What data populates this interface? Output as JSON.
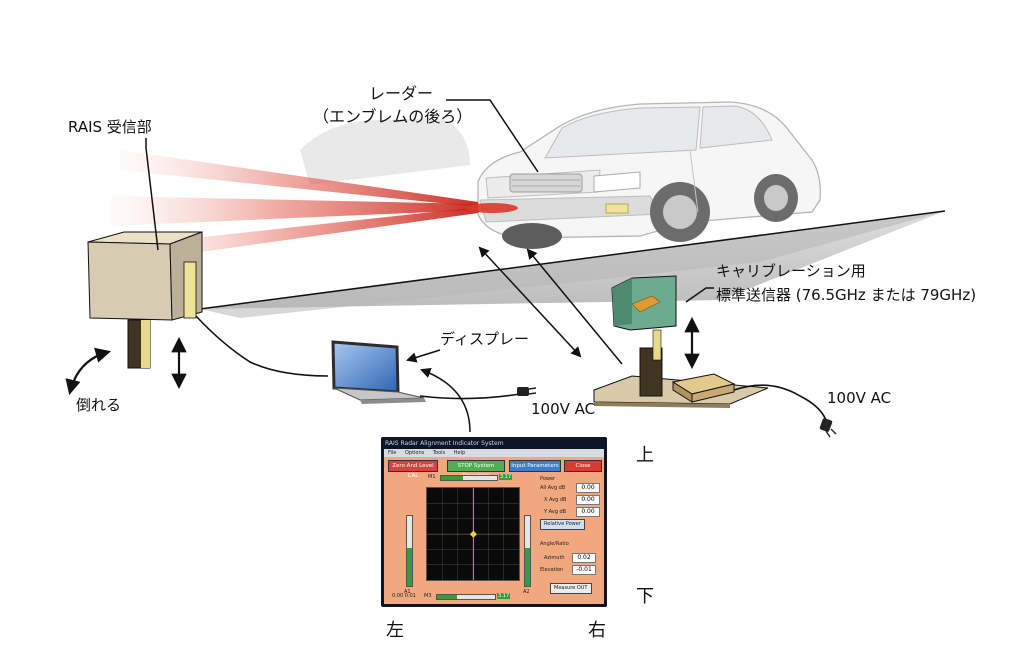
{
  "labels": {
    "radar": "レーダー",
    "radar_note": "（エンブレムの後ろ）",
    "rais_receiver": "RAIS 受信部",
    "calibration_line1": "キャリブレーション用",
    "calibration_line2": "標準送信器 (76.5GHz または 79GHz)",
    "display": "ディスプレー",
    "power_laptop": "100V AC",
    "power_transmitter": "100V AC",
    "tilt": "倒れる",
    "up": "上",
    "down": "下",
    "left": "左",
    "right": "右"
  },
  "software": {
    "title": "RAIS Radar Alignment Indicator System",
    "menu": [
      "File",
      "Options",
      "Tools",
      "Help"
    ],
    "buttons": {
      "zero": "Zero And Level CAL",
      "stop": "STOP System Operation",
      "input": "Input Parameters",
      "close": "Close"
    },
    "power_group": "Power",
    "all_avg_label": "All Avg dB",
    "all_avg_value": "0.00",
    "x_avg_label": "X Avg dB",
    "x_avg_value": "0.00",
    "y_avg_label": "Y Avg dB",
    "y_avg_value": "0.00",
    "relative_power": "Relative Power",
    "angle_group": "Angle/Ratio",
    "azimuth_label": "Azimuth",
    "azimuth_value": "0.02",
    "elevation_label": "Elevation",
    "elevation_value": "-0.01",
    "measure_out": "Measure OUT",
    "meter_m1": "M1",
    "meter_m3": "M3",
    "meter_a1": "A1",
    "meter_a2": "A2",
    "meter_value": "3.17",
    "readout_bottom": "0.00 0.01",
    "plot_point": {
      "azimuth": 0.02,
      "elevation": -0.01
    }
  },
  "colors": {
    "receiver_box": "#d8cbb3",
    "transmitter_box": "#6cab8e",
    "beam": "#d9382a",
    "road": "#c9c9c9",
    "panel": "#f2a87f",
    "zero_button": "#d2453a",
    "stop_button": "#4fae53",
    "input_button": "#3d7fc7",
    "close_button": "#d83b32"
  }
}
